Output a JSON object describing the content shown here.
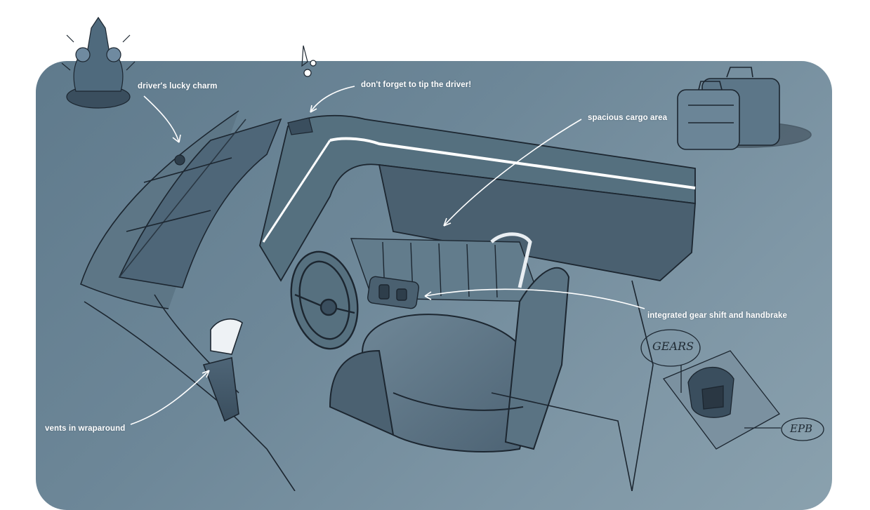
{
  "annotations": {
    "lucky_charm": "driver's lucky charm",
    "tip": "don't forget to tip the driver!",
    "cargo": "spacious cargo area",
    "gear": "integrated gear shift and handbrake",
    "vents": "vents in wraparound"
  },
  "sketch_notes": {
    "gears": "GEARS",
    "epb": "EPB"
  },
  "colors": {
    "panel": "#6d8798",
    "line": "#1c2630",
    "highlight": "#ffffff",
    "accent_blue": "#5aa0d6"
  }
}
